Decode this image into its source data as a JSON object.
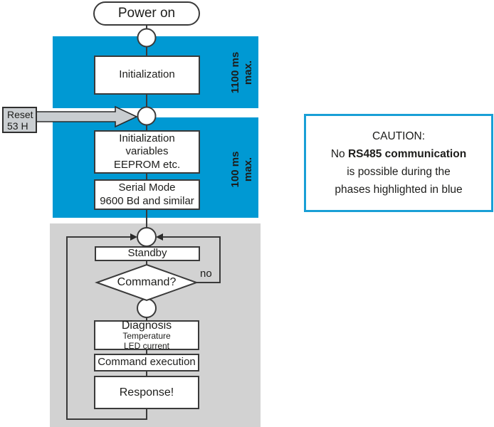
{
  "colors": {
    "highlight_blue": "#0099d3",
    "loop_gray": "#d2d2d2",
    "caution_border_blue": "#199fd6",
    "line_dark": "#3a3a3a"
  },
  "flow": {
    "power_on": "Power on",
    "phase1": {
      "init": "Initialization",
      "duration": {
        "line1": "1100 ms",
        "line2": "max."
      }
    },
    "reset": {
      "line1": "Reset",
      "line2": "53 H"
    },
    "phase2": {
      "init_vars": {
        "line1": "Initialization",
        "line2": "variables",
        "line3": "EEPROM etc."
      },
      "serial": {
        "line1": "Serial Mode",
        "line2": "9600 Bd and similar"
      },
      "duration": {
        "line1": "100 ms",
        "line2": "max."
      }
    },
    "loop": {
      "standby": "Standby",
      "decision": "Command?",
      "no_label": "no",
      "diagnosis": {
        "line1": "Diagnosis",
        "line2": "Temperature",
        "line3": "LED current"
      },
      "command_execution": "Command execution",
      "response": "Response!"
    }
  },
  "caution": {
    "line1": "CAUTION:",
    "line2_prefix": "No ",
    "line2_bold": "RS485 communication",
    "line3": "is possible during the",
    "line4": "phases highlighted in blue"
  }
}
